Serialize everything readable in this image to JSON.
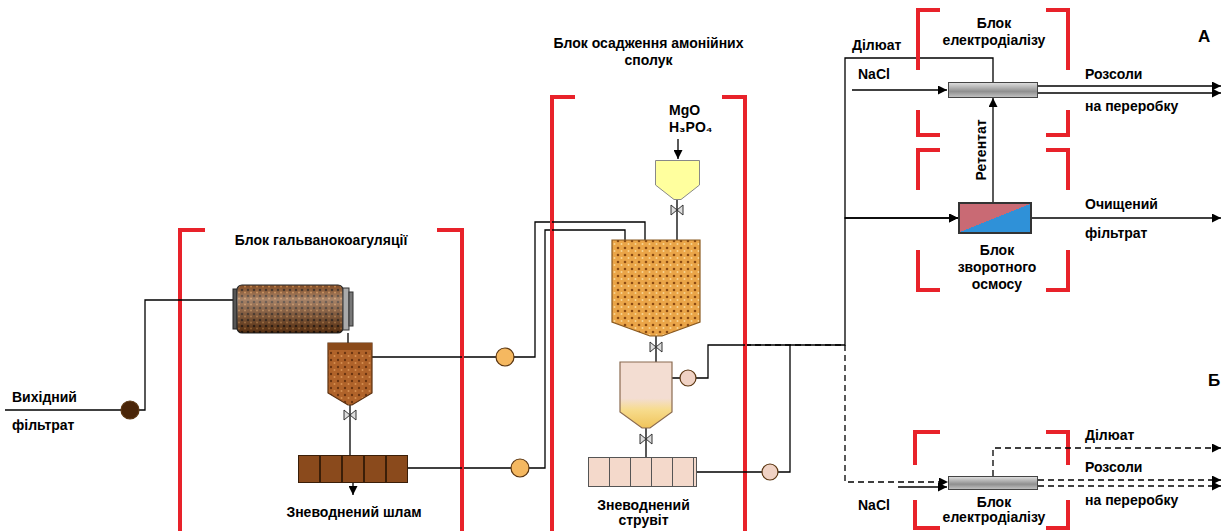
{
  "diagram": {
    "nodes": [
      {
        "text": [
          "Блок гальванокоагуляції"
        ]
      },
      {
        "text": [
          "Зневоднений шлам"
        ],
        "in": 0
      },
      {
        "text": [
          "Блок осадження амонійних сполук"
        ]
      },
      {
        "text": [
          "MgO H₃PO₄"
        ],
        "in": 2
      },
      {
        "text": [
          "Зневоднений струвіт"
        ],
        "in": 2
      },
      {
        "text": [
          "Блок електродіалізу"
        ]
      },
      {
        "text": [
          "Блок зворотного осмосу"
        ]
      },
      {
        "text": [
          "Блок електродіалізу"
        ]
      }
    ],
    "edges": [
      {
        "from": 0,
        "to": 2,
        "arrow": "none"
      },
      {
        "from": 0,
        "to": 2,
        "arrow": "none"
      },
      {
        "from": 2,
        "to": 6,
        "arrow": "to"
      },
      {
        "from": 2,
        "to": 7,
        "arrow": "to"
      },
      {
        "from": 5,
        "to": 6,
        "label": "Ділюат",
        "arrow": "to"
      },
      {
        "from": 6,
        "to": 5,
        "label": "Ретентат",
        "arrow": "to"
      }
    ],
    "labels": [
      "Вихідний",
      "фільтрат",
      "NaCl",
      "Розсоли",
      "на переробку",
      "А",
      "Очищений",
      "фільтрат",
      "Ділюат",
      "NaCl",
      "Розсоли",
      "на переробку",
      "Б"
    ]
  }
}
